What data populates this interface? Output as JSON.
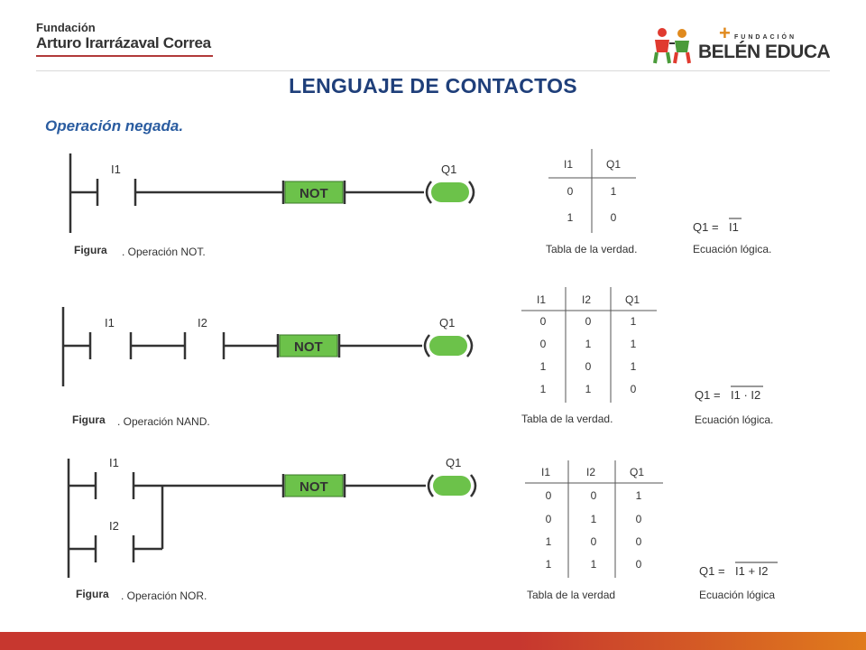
{
  "header": {
    "left_logo": {
      "line1": "Fundación",
      "line2": "Arturo Irarrázaval Correa"
    },
    "right_logo": {
      "small": "FUNDACIÓN",
      "name": "BELÉN EDUCA"
    }
  },
  "title": "LENGUAJE DE CONTACTOS",
  "subtitle": "Operación negada.",
  "diagrams": [
    {
      "contacts": [
        "I1"
      ],
      "block": "NOT",
      "coil": "Q1",
      "figure_word": "Figura",
      "figure_caption": ". Operación NOT.",
      "table": {
        "headers": [
          "I1",
          "Q1"
        ],
        "rows": [
          [
            "0",
            "1"
          ],
          [
            "1",
            "0"
          ]
        ],
        "caption": "Tabla de la verdad."
      },
      "equation": {
        "lhs": "Q1 = ",
        "rhs": "I1",
        "caption": "Ecuación lógica."
      }
    },
    {
      "contacts": [
        "I1",
        "I2"
      ],
      "block": "NOT",
      "coil": "Q1",
      "figure_word": "Figura",
      "figure_caption": ". Operación NAND.",
      "table": {
        "headers": [
          "I1",
          "I2",
          "Q1"
        ],
        "rows": [
          [
            "0",
            "0",
            "1"
          ],
          [
            "0",
            "1",
            "1"
          ],
          [
            "1",
            "0",
            "1"
          ],
          [
            "1",
            "1",
            "0"
          ]
        ],
        "caption": "Tabla de la verdad."
      },
      "equation": {
        "lhs": "Q1 = ",
        "rhs": "I1 · I2",
        "caption": "Ecuación lógica."
      }
    },
    {
      "contacts": [
        "I1",
        "I2"
      ],
      "block": "NOT",
      "coil": "Q1",
      "figure_word": "Figura",
      "figure_caption": ". Operación NOR.",
      "table": {
        "headers": [
          "I1",
          "I2",
          "Q1"
        ],
        "rows": [
          [
            "0",
            "0",
            "1"
          ],
          [
            "0",
            "1",
            "0"
          ],
          [
            "1",
            "0",
            "0"
          ],
          [
            "1",
            "1",
            "0"
          ]
        ],
        "caption": "Tabla de la verdad"
      },
      "equation": {
        "lhs": "Q1 = ",
        "rhs": "I1 + I2",
        "caption": "Ecuación lógica"
      }
    }
  ],
  "colors": {
    "title": "#1f3f7a",
    "subtitle": "#2a5ca0",
    "block_fill": "#6cc24a",
    "accent_red": "#c7372f",
    "accent_orange": "#e07b1c"
  }
}
